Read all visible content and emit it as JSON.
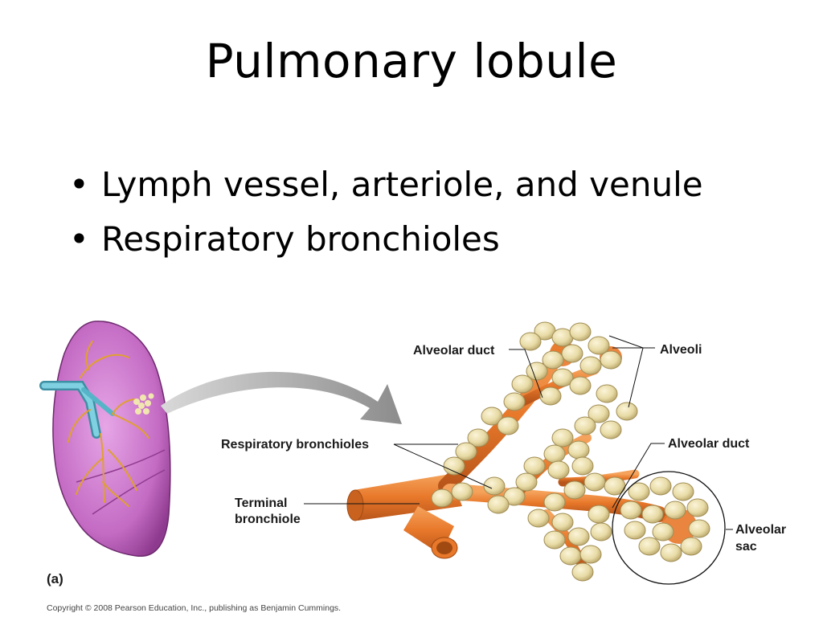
{
  "slide": {
    "title": "Pulmonary lobule",
    "bullets": [
      "Lymph vessel, arteriole, and venule",
      "Respiratory bronchioles"
    ]
  },
  "figure": {
    "panel_label": "(a)",
    "labels": {
      "alveolar_duct_top": "Alveolar duct",
      "alveoli": "Alveoli",
      "respiratory_bronchioles": "Respiratory bronchioles",
      "alveolar_duct_right": "Alveolar duct",
      "terminal_bronchiole_line1": "Terminal",
      "terminal_bronchiole_line2": "bronchiole",
      "alveolar_sac_line1": "Alveolar",
      "alveolar_sac_line2": "sac"
    },
    "colors": {
      "lung": "#c46bc4",
      "bronchiole": "#e8782a",
      "alveoli": "#e8dba6",
      "airway": "#55b4c8",
      "arrow": "#9a9a9a"
    }
  },
  "footer": {
    "copyright": "Copyright © 2008 Pearson Education, Inc., publishing as Benjamin Cummings."
  }
}
